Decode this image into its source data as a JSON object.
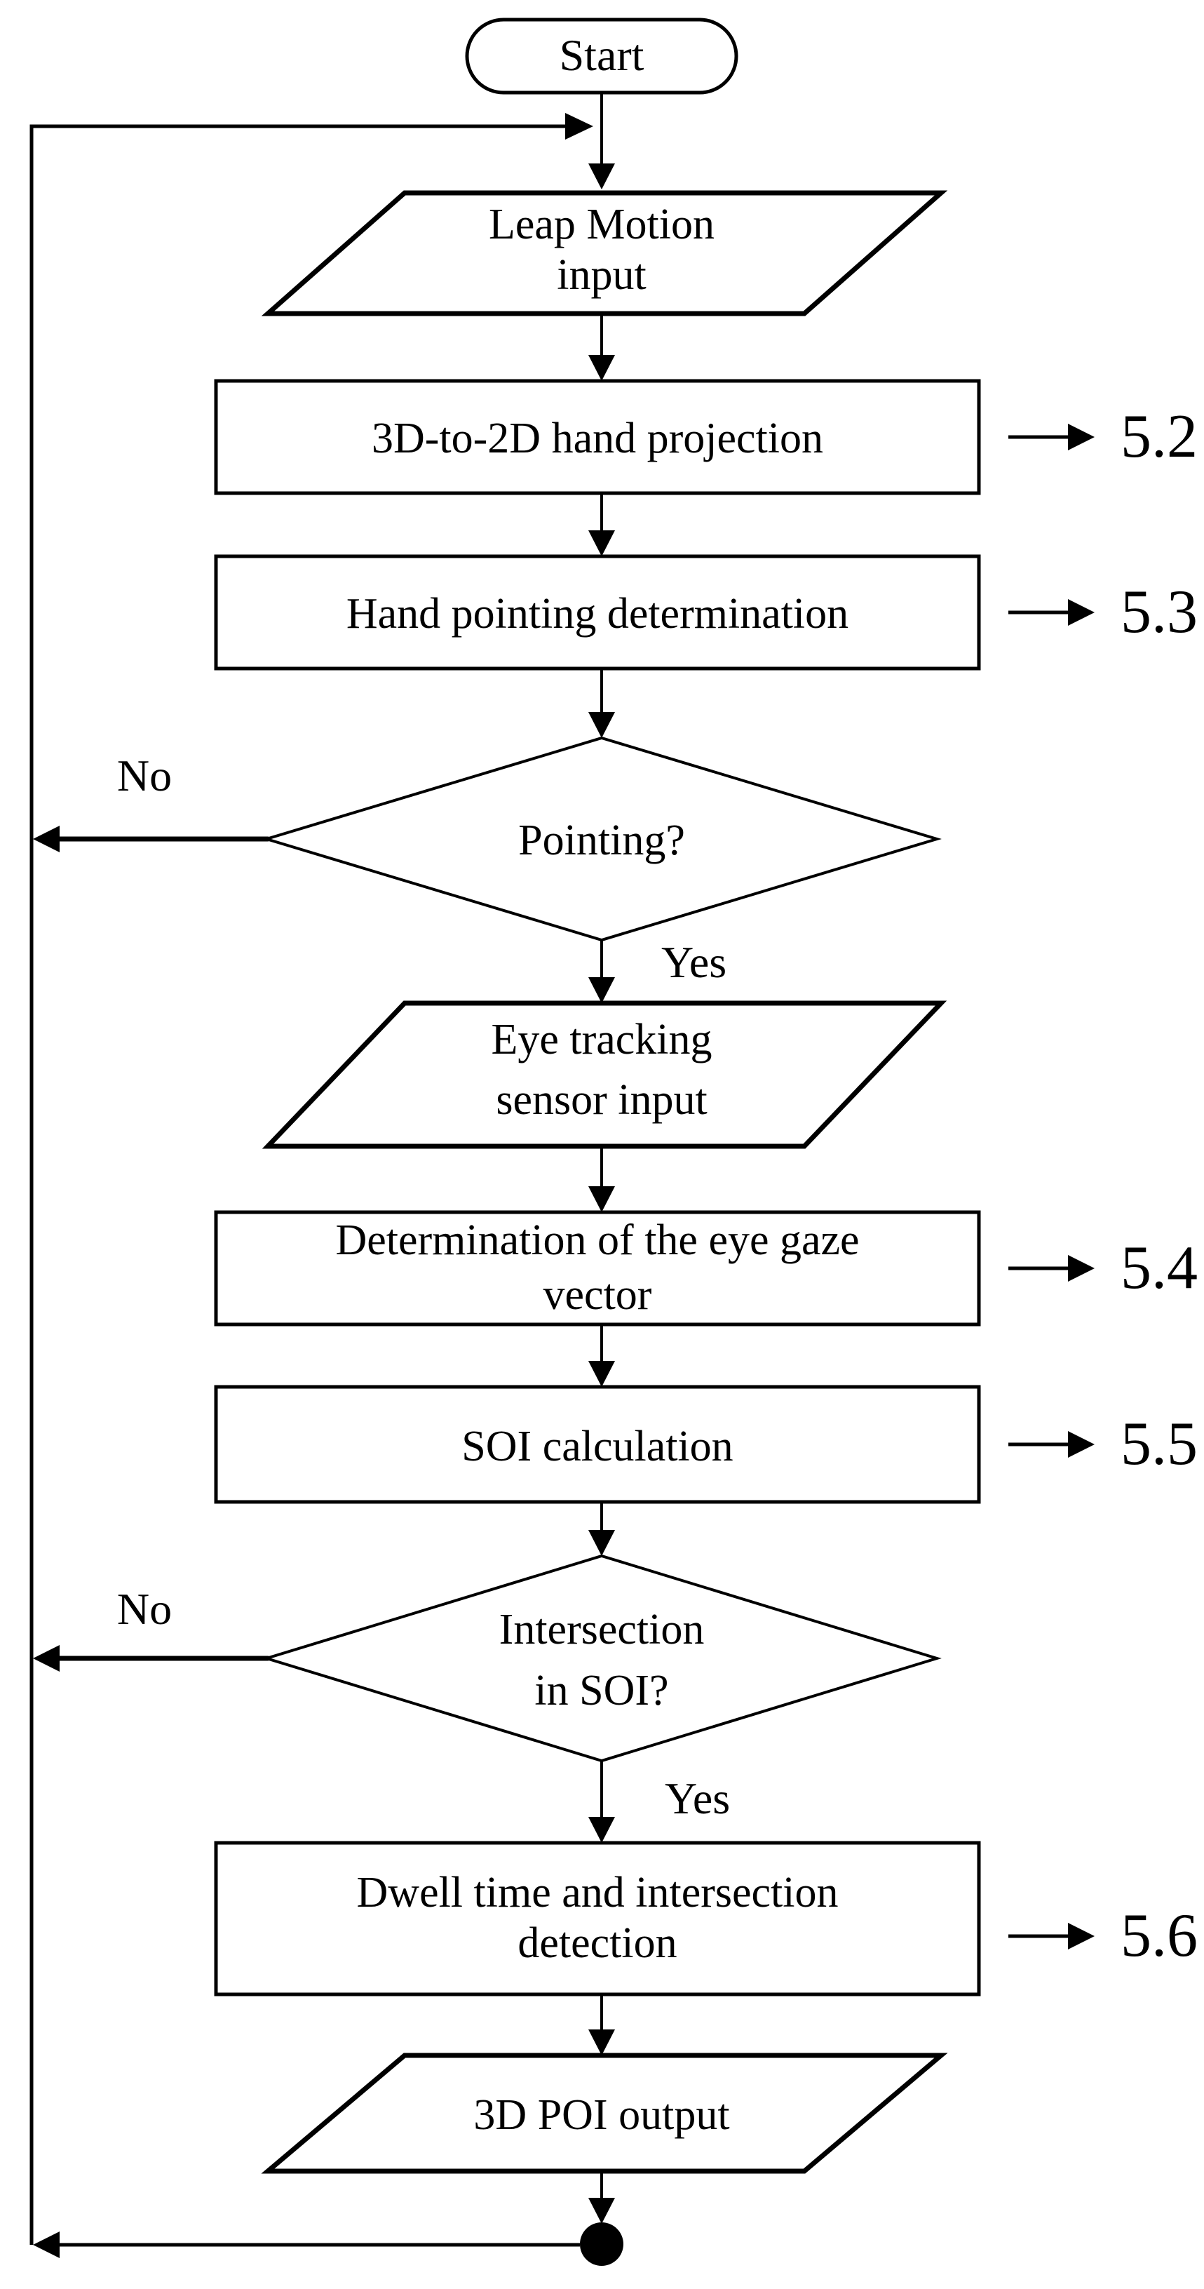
{
  "figure": {
    "kind": "flowchart",
    "background_color": "#ffffff",
    "ink_color": "#000000"
  },
  "nodes": {
    "start": {
      "label": "Start"
    },
    "leap_input": {
      "line1": "Leap Motion",
      "line2": "input"
    },
    "projection": {
      "label": "3D-to-2D hand projection",
      "section": "5.2"
    },
    "hand_pointing": {
      "label": "Hand pointing determination",
      "section": "5.3"
    },
    "pointing_decision": {
      "label": "Pointing?",
      "no": "No",
      "yes": "Yes"
    },
    "eye_input": {
      "line1": "Eye tracking",
      "line2": "sensor input"
    },
    "gaze_vector": {
      "line1": "Determination of the eye gaze",
      "line2": "vector",
      "section": "5.4"
    },
    "soi_calculation": {
      "label": "SOI calculation",
      "section": "5.5"
    },
    "soi_decision": {
      "line1": "Intersection",
      "line2": "in SOI?",
      "no": "No",
      "yes": "Yes"
    },
    "dwell_detection": {
      "line1": "Dwell time and intersection",
      "line2": "detection",
      "section": "5.6"
    },
    "poi_output": {
      "label": "3D POI output"
    }
  }
}
